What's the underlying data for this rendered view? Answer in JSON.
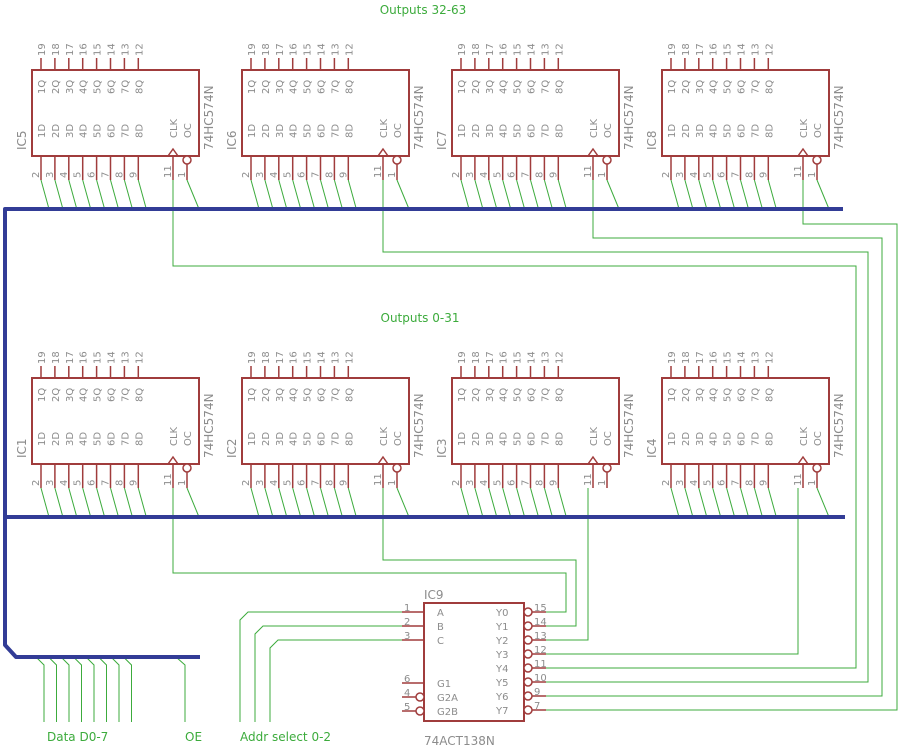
{
  "labels": {
    "outputs_top": "Outputs 32-63",
    "outputs_bottom": "Outputs 0-31",
    "data": "Data D0-7",
    "oe": "OE",
    "addr": "Addr select 0-2"
  },
  "latch_chip": {
    "part": "74HC574N",
    "top_pins": [
      "19",
      "18",
      "17",
      "16",
      "15",
      "14",
      "13",
      "12"
    ],
    "q_labels": [
      "1Q",
      "2Q",
      "3Q",
      "4Q",
      "5Q",
      "6Q",
      "7Q",
      "8Q"
    ],
    "d_labels": [
      "1D",
      "2D",
      "3D",
      "4D",
      "5D",
      "6D",
      "7D",
      "8D"
    ],
    "bottom_pins": [
      "2",
      "3",
      "4",
      "5",
      "6",
      "7",
      "8",
      "9"
    ],
    "clk_label": "CLK",
    "oc_label": "OC",
    "clk_pin": "11",
    "oc_pin": "1",
    "row_top": [
      "IC5",
      "IC6",
      "IC7",
      "IC8"
    ],
    "row_bottom": [
      "IC1",
      "IC2",
      "IC3",
      "IC4"
    ]
  },
  "decoder": {
    "name": "IC9",
    "part": "74ACT138N",
    "inputs": [
      {
        "label": "A",
        "pin": "1"
      },
      {
        "label": "B",
        "pin": "2"
      },
      {
        "label": "C",
        "pin": "3"
      },
      {
        "label": "G1",
        "pin": "6"
      },
      {
        "label": "G2A",
        "pin": "4"
      },
      {
        "label": "G2B",
        "pin": "5"
      }
    ],
    "outputs": [
      {
        "label": "Y0",
        "pin": "15"
      },
      {
        "label": "Y1",
        "pin": "14"
      },
      {
        "label": "Y2",
        "pin": "13"
      },
      {
        "label": "Y3",
        "pin": "12"
      },
      {
        "label": "Y4",
        "pin": "11"
      },
      {
        "label": "Y5",
        "pin": "10"
      },
      {
        "label": "Y6",
        "pin": "9"
      },
      {
        "label": "Y7",
        "pin": "7"
      }
    ]
  },
  "colors": {
    "chip": "#a03c3c",
    "wire": "#3cab3c",
    "bus": "#323c96",
    "text": "#8c8c8c"
  }
}
